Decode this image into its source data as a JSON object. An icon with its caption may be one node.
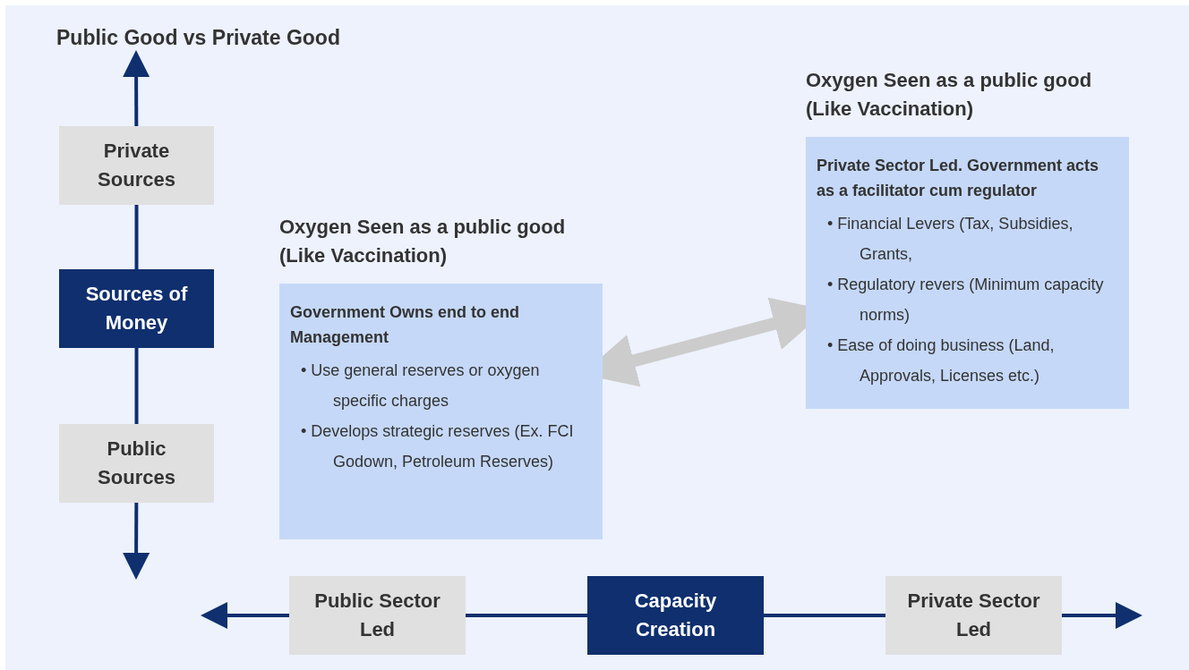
{
  "diagram": {
    "title": "Public Good vs Private Good",
    "nodes": [
      {
        "text": [
          "Private Sources"
        ]
      },
      {
        "text": [
          "Sources of Money"
        ]
      },
      {
        "text": [
          "Public Sources"
        ]
      },
      {
        "text": [
          "Public Sector Led"
        ]
      },
      {
        "text": [
          "Capacity Creation"
        ]
      },
      {
        "text": [
          "Private Sector Led"
        ]
      },
      {
        "text": [
          "Oxygen Seen as a public good (Like Vaccination)",
          "Government Owns end to end Management",
          "• Use general reserves or oxygen specific charges",
          "• Develops strategic reserves (Ex. FCI Godown, Petroleum Reserves)"
        ]
      },
      {
        "text": [
          "Oxygen Seen as a public good (Like Vaccination)",
          "Private Sector Led. Government acts as a facilitator cum regulator",
          "• Financial Levers (Tax, Subsidies, Grants,",
          "• Regulatory revers (Minimum capacity norms)",
          "• Ease of doing business (Land, Approvals, Licenses etc.)"
        ]
      }
    ],
    "edges": [
      {
        "from": 0,
        "to": null,
        "arrow": "to"
      },
      {
        "from": 0,
        "to": 1,
        "arrow": "none"
      },
      {
        "from": 1,
        "to": 2,
        "arrow": "none"
      },
      {
        "from": 2,
        "to": null,
        "arrow": "to"
      },
      {
        "from": 3,
        "to": null,
        "arrow": "to"
      },
      {
        "from": 3,
        "to": 4,
        "arrow": "none"
      },
      {
        "from": 4,
        "to": 5,
        "arrow": "none"
      },
      {
        "from": 5,
        "to": null,
        "arrow": "to"
      },
      {
        "from": 6,
        "to": 7,
        "arrow": "both",
        "style": "thick",
        "color": "#cccccc"
      }
    ]
  }
}
